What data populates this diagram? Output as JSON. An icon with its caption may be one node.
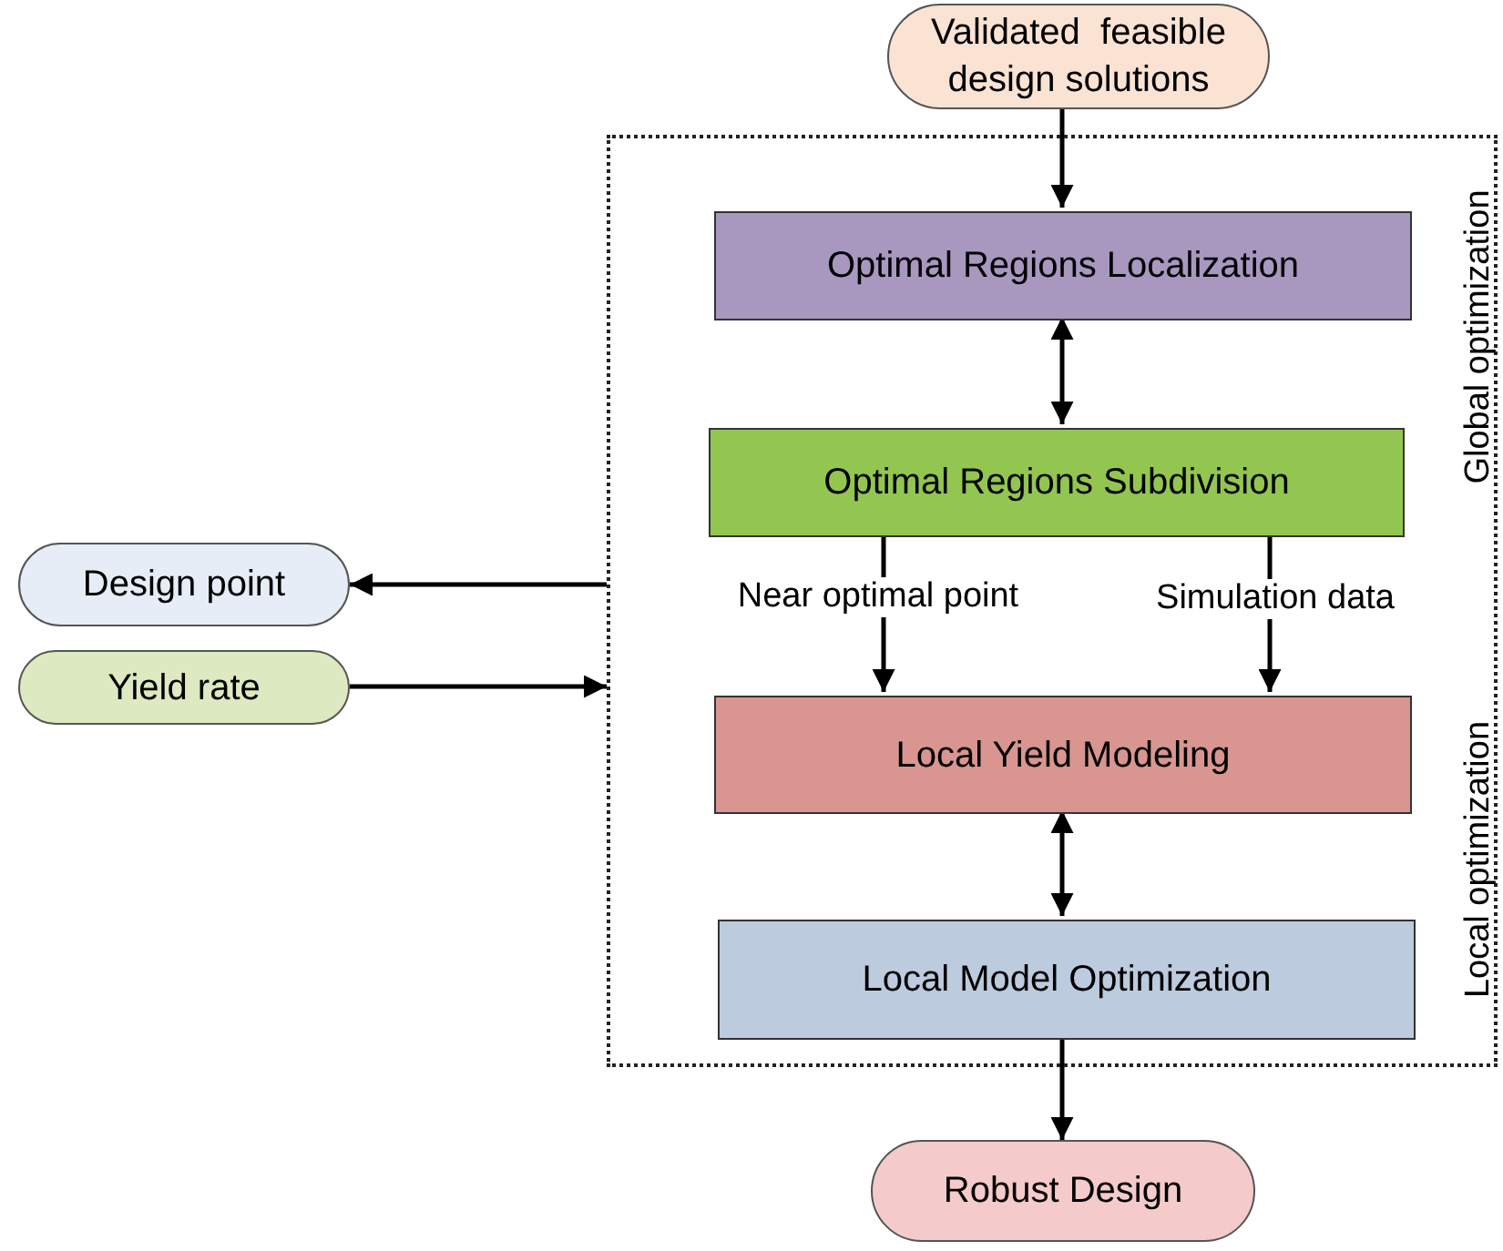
{
  "diagram": {
    "nodes": [
      {
        "text": [
          "Validated  feasible design solutions"
        ]
      },
      {
        "text": [],
        "shape": "box"
      },
      {
        "text": [
          "Optimal Regions Localization"
        ],
        "in": 1
      },
      {
        "text": [
          "Optimal Regions Subdivision"
        ],
        "in": 1
      },
      {
        "text": [
          "Local Yield Modeling"
        ],
        "in": 1
      },
      {
        "text": [
          "Local Model Optimization"
        ],
        "in": 1
      },
      {
        "text": [
          "Robust Design"
        ]
      },
      {
        "text": [
          "Design point"
        ]
      },
      {
        "text": [
          "Yield rate"
        ]
      }
    ],
    "edges": [
      {
        "from": 0,
        "to": 2,
        "arrow": "to"
      },
      {
        "from": 2,
        "to": 3,
        "arrow": "both"
      },
      {
        "from": 3,
        "to": 4,
        "arrow": "to",
        "label": "Near optimal point"
      },
      {
        "from": 3,
        "to": 4,
        "arrow": "to",
        "label": "Simulation data"
      },
      {
        "from": 4,
        "to": 5,
        "arrow": "both"
      },
      {
        "from": 5,
        "to": 6,
        "arrow": "to"
      },
      {
        "from": 1,
        "to": 7,
        "arrow": "to"
      },
      {
        "from": 8,
        "to": 1,
        "arrow": "to"
      }
    ],
    "labels": [
      "Global optimization",
      "Local optimization"
    ]
  }
}
